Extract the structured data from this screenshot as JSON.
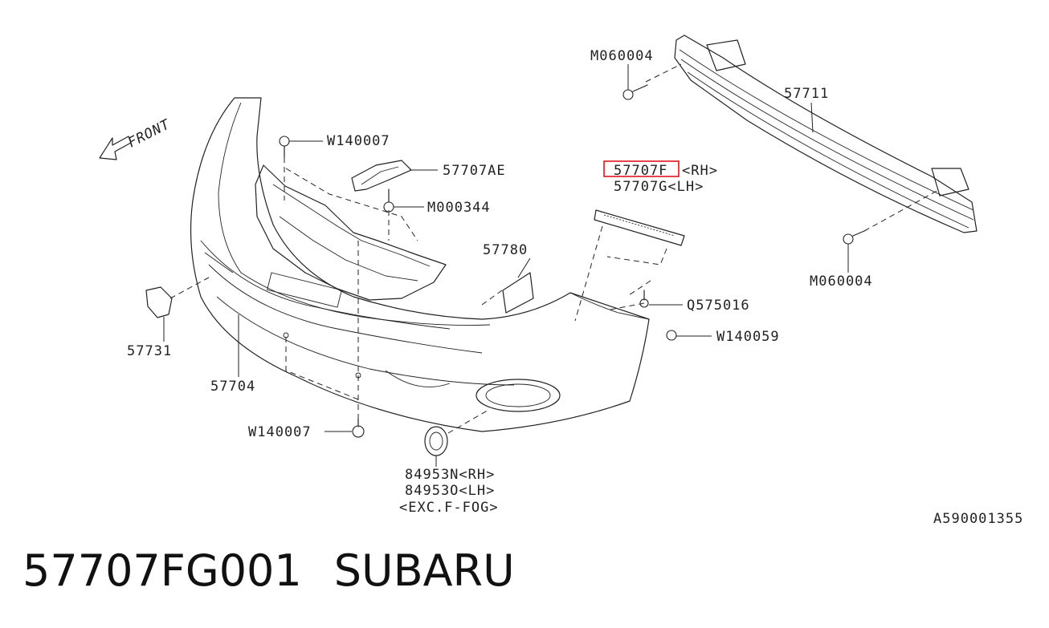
{
  "diagram": {
    "front_label": "FRONT",
    "drawing_code": "A590001355",
    "callouts": {
      "m060004_top": "M060004",
      "p57711": "57711",
      "w140007_top": "W140007",
      "p57707ae": "57707AE",
      "m000344": "M000344",
      "p57707f": "57707F",
      "p57707f_suffix": "<RH>",
      "p57707g": "57707G<LH>",
      "p57780": "57780",
      "q575016": "Q575016",
      "w140059": "W140059",
      "m060004_right": "M060004",
      "p57731": "57731",
      "p57704": "57704",
      "w140007_bottom": "W140007",
      "p84953n": "84953N<RH>",
      "p84953o": "84953O<LH>",
      "exc_f_fog": "<EXC.F-FOG>"
    },
    "highlight_color": "#e0141e"
  },
  "footer": {
    "part_number": "57707FG001",
    "brand": "SUBARU"
  }
}
